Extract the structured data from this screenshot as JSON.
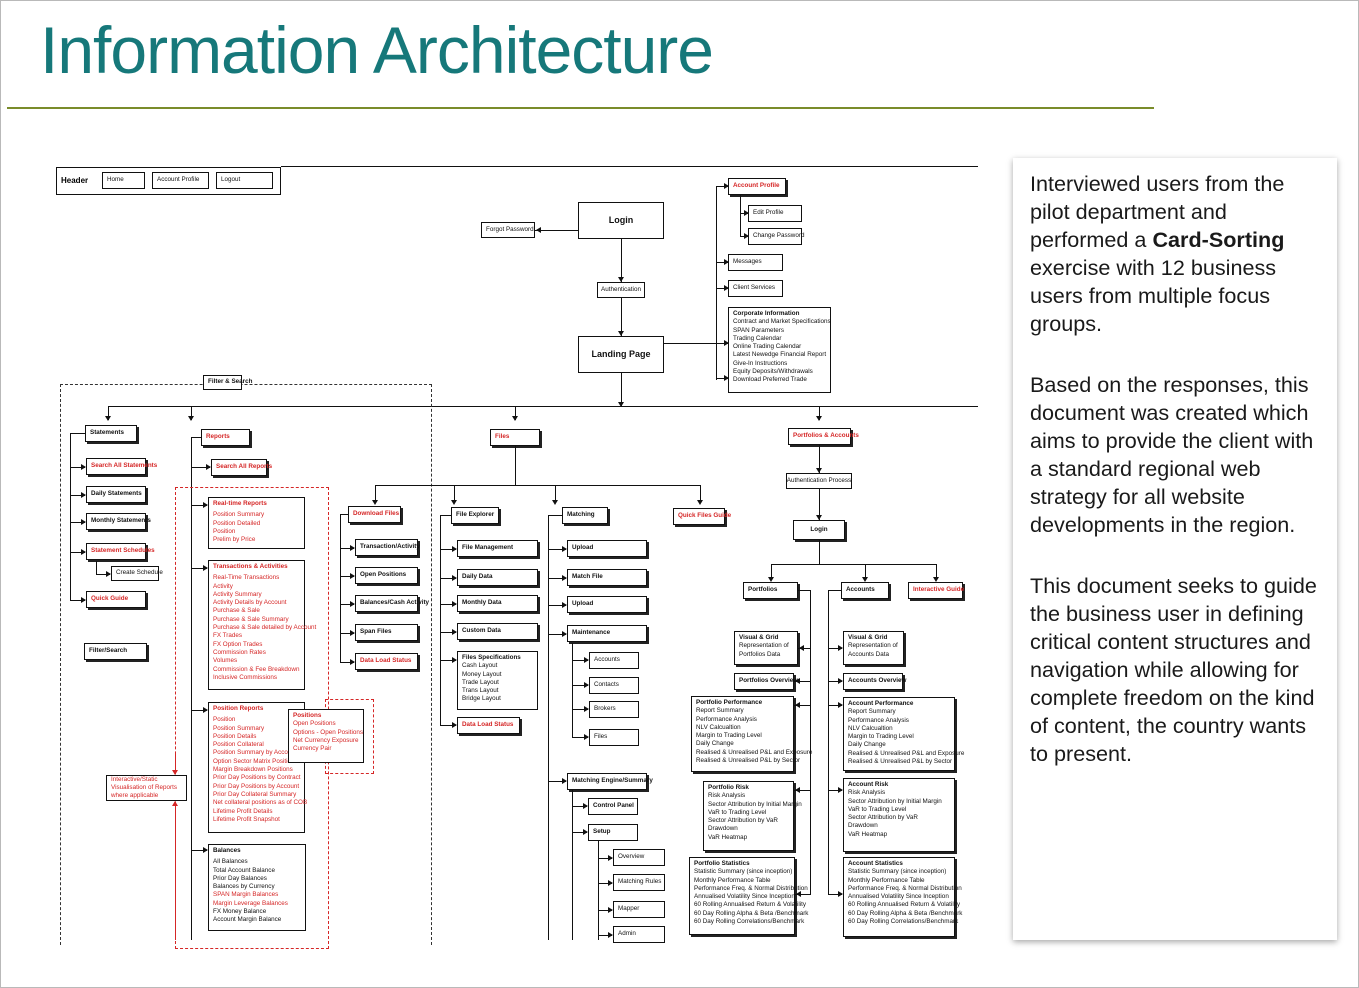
{
  "title": "Information Architecture",
  "panel": {
    "p1_before": "Interviewed users from the pilot department and performed a ",
    "p1_bold": "Card-Sorting",
    "p1_after": " exercise with 12 business users from multiple focus groups.",
    "p2": "Based on the responses, this document was created which aims to provide the client with a standard regional web strategy for all website developments in the region.",
    "p3": "This document seeks to guide the business user in defining critical content structures and navigation while allowing for complete freedom on the kind of content, the country wants to present."
  },
  "diagram": {
    "header": {
      "label": "Header",
      "home": "Home",
      "account_profile": "Account Profile",
      "logout": "Logout"
    },
    "login": "Login",
    "forgot_password": "Forgot Password",
    "authentication": "Authentication",
    "landing_page": "Landing Page",
    "account_profile": "Account Profile",
    "edit_profile": "Edit Profile",
    "change_password": "Change Password",
    "messages": "Messages",
    "client_services": "Client Services",
    "corporate_info": {
      "title": "Corporate Information",
      "items": [
        "Contract and Market Specifications",
        "SPAN Parameters",
        "Trading Calendar",
        "Online Trading Calendar",
        "Latest Newedge Financial Report",
        "Give-In Instructions",
        "Equity Deposits/Withdrawals",
        "Download Preferred Trade"
      ]
    },
    "filter_search": "Filter & Search",
    "statements": "Statements",
    "search_all_statements": "Search All Statements",
    "daily_statements": "Daily Statements",
    "monthly_statements": "Monthly Statements",
    "statement_schedules": "Statement Schedules",
    "create_schedule": "Create Schedule",
    "quick_guide": "Quick Guide",
    "filter_search2": "Filter/Search",
    "reports": "Reports",
    "search_all_reports": "Search All Reports",
    "realtime_reports": {
      "title": "Real-time Reports",
      "items": [
        "Position Summary",
        "Position Detailed",
        "Position",
        "Prelim by Price"
      ]
    },
    "transactions": {
      "title": "Transactions & Activities",
      "items": [
        "Real-Time Transactions",
        "Activity",
        "Activity Summary",
        "Activity Details by Account",
        "Purchase & Sale",
        "Purchase & Sale Summary",
        "Purchase & Sale detailed by Account",
        "FX Trades",
        "FX Option Trades",
        "Commission Rates",
        "Volumes",
        "Commission & Fee Breakdown",
        "Inclusive Commissions"
      ]
    },
    "position_reports": {
      "title": "Position Reports",
      "items": [
        "Position",
        "Position Summary",
        "Position Details",
        "Position Collateral",
        "Position Summary by Account",
        "Option Sector Matrix Positions",
        "Margin Breakdown Positions",
        "Prior Day Positions by Contract",
        "Prior Day Positions by Account",
        "Prior Day Collateral Summary",
        "Net collateral positions as of COB"
      ],
      "red_items": [
        "Lifetime Profit Details",
        "Lifetime Profit Snapshot"
      ]
    },
    "positions_popup": {
      "title": "Positions",
      "items": [
        "Open Positions",
        "Options - Open Positions",
        "Net Currency Exposure",
        "Currency Pair"
      ]
    },
    "balances": {
      "title": "Balances",
      "items": [
        "All Balances",
        "Total Account Balance",
        "Prior Day Balances",
        "Balances by Currency"
      ],
      "red_items": [
        "SPAN Margin Balances",
        "Margin Leverage Balances"
      ],
      "items2": [
        "FX Money Balance",
        "Account Margin Balance"
      ]
    },
    "interactive_vis": "Interactive/Static Visualisation of Reports where applicable",
    "download_files": "Download Files",
    "transaction_activity": "Transaction/Activity",
    "open_positions": "Open Positions",
    "balances_cash": "Balances/Cash Activity",
    "span_files": "Span Files",
    "data_load_status": "Data Load Status",
    "files": "Files",
    "file_explorer": "File Explorer",
    "file_management": "File Management",
    "daily_data": "Daily Data",
    "monthly_data": "Monthly Data",
    "custom_data": "Custom Data",
    "files_specs": {
      "title": "Files Specifications",
      "items": [
        "Cash Layout",
        "Money Layout",
        "Trade Layout",
        "Trans Layout",
        "Bridge Layout"
      ]
    },
    "data_load_status2": "Data Load Status",
    "matching": "Matching",
    "upload": "Upload",
    "match_file": "Match File",
    "upload2": "Upload",
    "maintenance": "Maintenance",
    "accounts_m": "Accounts",
    "contacts": "Contacts",
    "brokers": "Brokers",
    "files_m": "Files",
    "matching_engine": "Matching Engine/Summary",
    "control_panel": "Control Panel",
    "setup": "Setup",
    "overview": "Overview",
    "matching_rules": "Matching Rules",
    "mapper": "Mapper",
    "admin": "Admin",
    "quick_files_guide": "Quick Files Guide",
    "portfolios_accounts": "Portfolios & Accounts",
    "auth_process": "Authentication Process",
    "login2": "Login",
    "portfolios": "Portfolios",
    "accounts": "Accounts",
    "interactive_guide": "Interactive Guide",
    "vg_portfolios": {
      "title": "Visual & Grid",
      "items": [
        "Representation of",
        "Portfolios Data"
      ]
    },
    "vg_accounts": {
      "title": "Visual & Grid",
      "items": [
        "Representation of",
        "Accounts Data"
      ]
    },
    "portfolios_overview": "Portfolios Overview",
    "accounts_overview": "Accounts Overview",
    "portfolio_performance": {
      "title": "Portfolio Performance",
      "items": [
        "Report Summary",
        "Performance Analysis",
        "NLV Calcualtion",
        "Margin to Trading Level",
        "Daily Change",
        "Realised & Unrealised P&L and Exposure",
        "Realised & Unrealised P&L by Sector"
      ]
    },
    "account_performance": {
      "title": "Account Performance",
      "items": [
        "Report Summary",
        "Performance Analysis",
        "NLV Calcualtion",
        "Margin to Trading Level",
        "Daily Change",
        "Realised & Unrealised P&L and Exposure",
        "Realised & Unrealised P&L by Sector"
      ]
    },
    "portfolio_risk": {
      "title": "Portfolio Risk",
      "items": [
        "Risk Analysis",
        "Sector Attribution by Initial Margin",
        "VaR to Trading Level",
        "Sector Attribution by VaR",
        "Drawdown",
        "VaR Heatmap"
      ]
    },
    "account_risk": {
      "title": "Account Risk",
      "items": [
        "Risk Analysis",
        "Sector Attribution by Initial Margin",
        "VaR to Trading Level",
        "Sector Attribution by VaR",
        "Drawdown",
        "VaR Heatmap"
      ]
    },
    "portfolio_statistics": {
      "title": "Portfolio Statistics",
      "items": [
        "Statistic Summary (since inception)",
        "Monthly Performance Table",
        "Performance Freq. & Normal Distribution",
        "Annualised Volatility Since Inception",
        "60 Rolling Annualised Return & Volatility",
        "60 Day Rolling Alpha & Beta /Benchmark",
        "60 Day Rolling Correlations/Benchmark"
      ]
    },
    "account_statistics": {
      "title": "Account Statistics",
      "items": [
        "Statistic Summary (since inception)",
        "Monthly Performance Table",
        "Performance Freq. & Normal Distribution",
        "Annualised Volatility Since Inception",
        "60 Rolling Annualised Return & Volatility",
        "60 Day Rolling Alpha & Beta /Benchmark",
        "60 Day Rolling Correlations/Benchmark"
      ]
    }
  }
}
